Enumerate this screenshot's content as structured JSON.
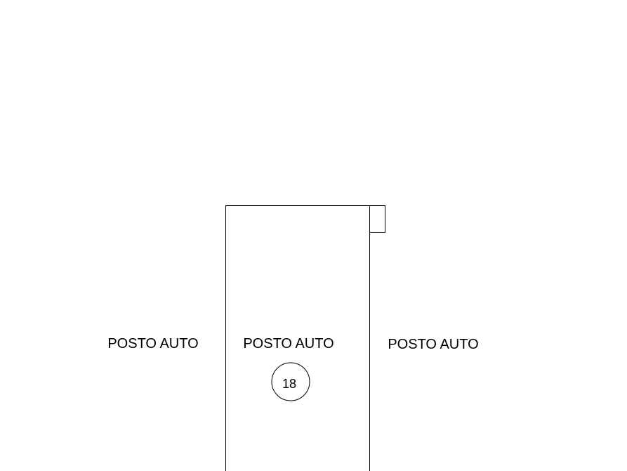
{
  "plan": {
    "spaces": [
      {
        "label": "POSTO AUTO"
      },
      {
        "label": "POSTO AUTO",
        "number": "18"
      },
      {
        "label": "POSTO AUTO"
      }
    ]
  },
  "colors": {
    "background": "#ffffff",
    "line": "#000000"
  }
}
